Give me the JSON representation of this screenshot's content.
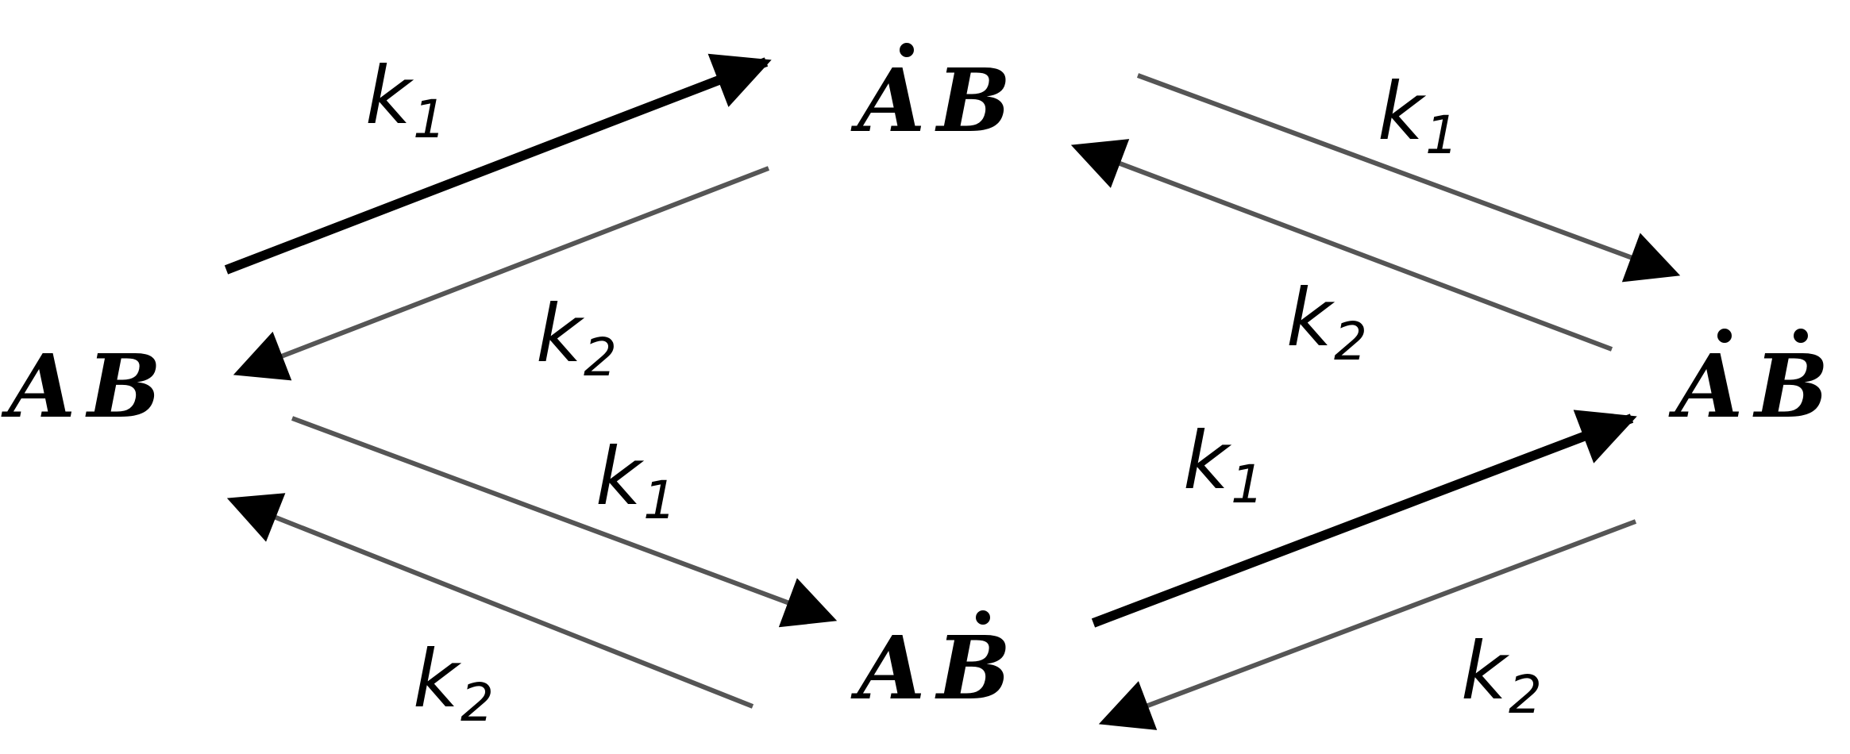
{
  "diagram": {
    "states": {
      "ab": {
        "letters": [
          "A",
          "B"
        ],
        "dots": [
          false,
          false
        ]
      },
      "a_dot_b": {
        "letters": [
          "A",
          "B"
        ],
        "dots": [
          true,
          false
        ]
      },
      "ab_dot": {
        "letters": [
          "A",
          "B"
        ],
        "dots": [
          false,
          true
        ]
      },
      "a_dot_b_dot": {
        "letters": [
          "A",
          "B"
        ],
        "dots": [
          true,
          true
        ]
      }
    },
    "rates": {
      "k1": {
        "symbol": "k",
        "subscript": "1"
      },
      "k2": {
        "symbol": "k",
        "subscript": "2"
      }
    },
    "colors": {
      "strong_arrow": "#000000",
      "weak_arrow": "#555555",
      "text": "#000000"
    }
  }
}
